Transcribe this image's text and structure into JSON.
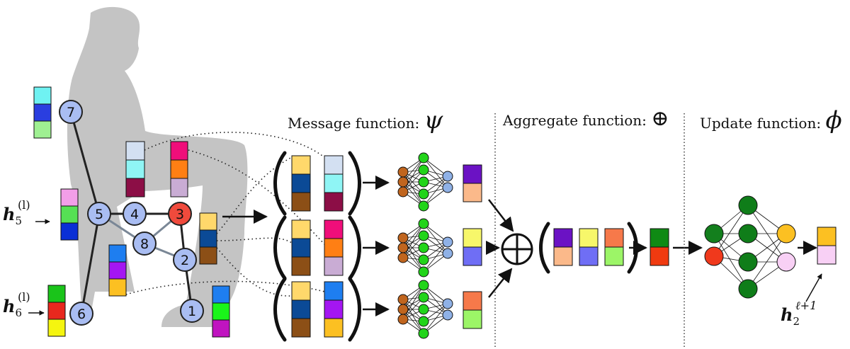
{
  "sections": {
    "message": {
      "label": "Message function:",
      "symbol": "ψ"
    },
    "aggregate": {
      "label": "Aggregate function:",
      "symbol": "⊕"
    },
    "update": {
      "label": "Update function:",
      "symbol": "ϕ"
    }
  },
  "graph_nodes": [
    "7",
    "5",
    "4",
    "3",
    "8",
    "2",
    "6",
    "1"
  ],
  "highlight_node": "3",
  "feature_labels": {
    "h5": {
      "base": "h",
      "sub": "5",
      "sup": "(l)"
    },
    "h6": {
      "base": "h",
      "sub": "6",
      "sup": "(l)"
    },
    "h2": {
      "base": "h",
      "sub": "2",
      "sup": "ℓ+1"
    }
  },
  "colors": {
    "node_fill": "#a9bdf2",
    "node_highlight": "#f04a3c",
    "brown_neuron": "#c0651e",
    "green_neuron": "#22d41a",
    "blue_neuron": "#8fb1e6",
    "dark_green_neuron": "#0f7d19",
    "silhouette": "#c4c4c4"
  }
}
